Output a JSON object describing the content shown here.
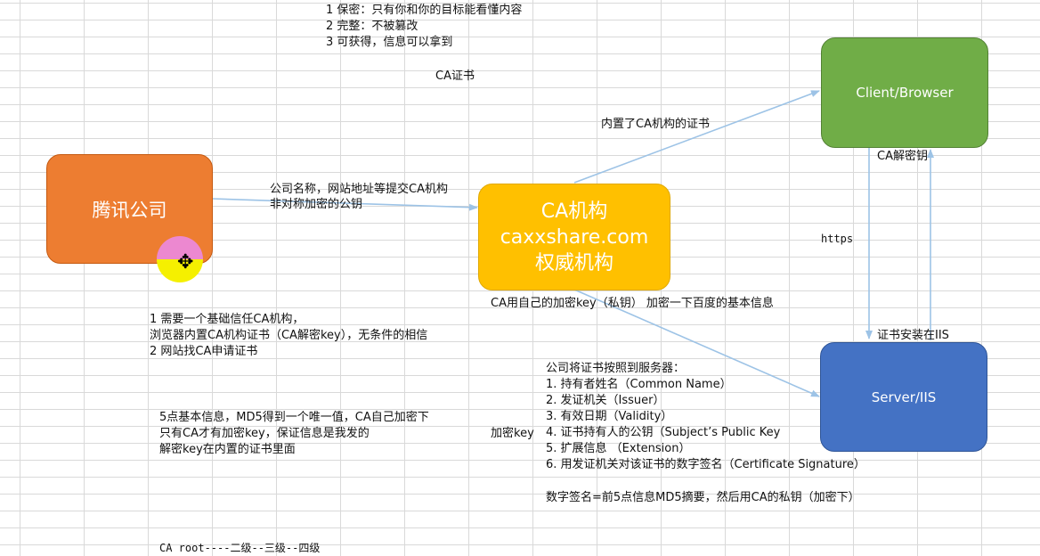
{
  "goals": [
    "1   保密：只有你和你的目标能看懂内容",
    "2   完整：不被篡改",
    "3   可获得，信息可以拿到"
  ],
  "ca_cert_label": "CA证书",
  "nodes": {
    "tencent": "腾讯公司",
    "ca": [
      "CA机构",
      "caxxshare.com",
      "权威机构"
    ],
    "client": "Client/Browser",
    "server": "Server/IIS"
  },
  "edge_labels": {
    "tencent_to_ca": [
      "公司名称，网站地址等提交CA机构",
      "非对称加密的公钥"
    ],
    "ca_to_client": "内置了CA机构的证书",
    "client_side": "CA解密钥",
    "https": "https",
    "install": "证书安装在IIS",
    "ca_sign": "CA用自己的加密key（私钥）  加密一下百度的基本信息",
    "encrypt_key": "加密key"
  },
  "notes_left": [
    "1 需要一个基础信任CA机构，",
    "   浏览器内置CA机构证书（CA解密key），无条件的相信",
    "2 网站找CA申请证书"
  ],
  "notes_md5": [
    "5点基本信息，MD5得到一个唯一值，CA自己加密下",
    "只有CA才有加密key，保证信息是我发的",
    "解密key在内置的证书里面"
  ],
  "cert_title": "公司将证书按照到服务器：",
  "cert_items": [
    "1.    持有者姓名（Common Name）",
    "2.    发证机关（Issuer）",
    "3.    有效日期（Validity）",
    "4.    证书持有人的公钥（Subject’s Public Key",
    "5.    扩展信息 （Extension）",
    "6.    用发证机关对该证书的数字签名（Certificate Signature）"
  ],
  "signature_note": "数字签名=前5点信息MD5摘要，然后用CA的私钥（加密下）",
  "ca_root": "CA root----二级--三级--四级",
  "colors": {
    "tencent": "#ed7d31",
    "ca": "#ffc000",
    "client": "#70ad47",
    "server": "#4472c4",
    "arrow": "#9dc3e6"
  }
}
